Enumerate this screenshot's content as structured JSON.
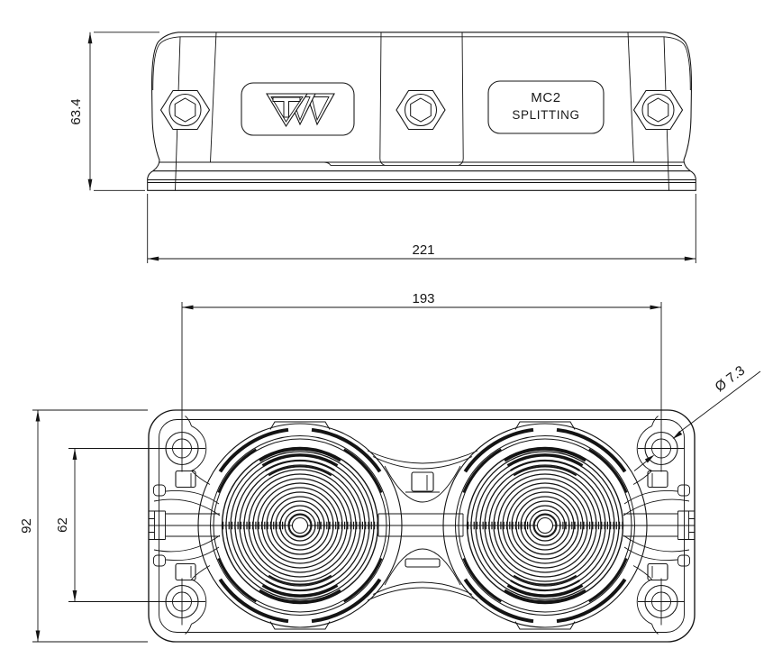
{
  "drawing": {
    "product_label": {
      "line1": "MC2",
      "line2": "SPLITTING"
    },
    "logo": {
      "icon": "triple-triangle-manufacturer-logo"
    },
    "dimensions": {
      "side_height_mm": "63.4",
      "overall_width_mm": "221",
      "mounting_hole_pitch_mm": "193",
      "plate_depth_mm": "92",
      "mounting_hole_row_pitch_mm": "62",
      "mounting_hole_diameter": "Ø 7.3"
    },
    "colors": {
      "line": "#141414",
      "background": "#ffffff"
    }
  }
}
